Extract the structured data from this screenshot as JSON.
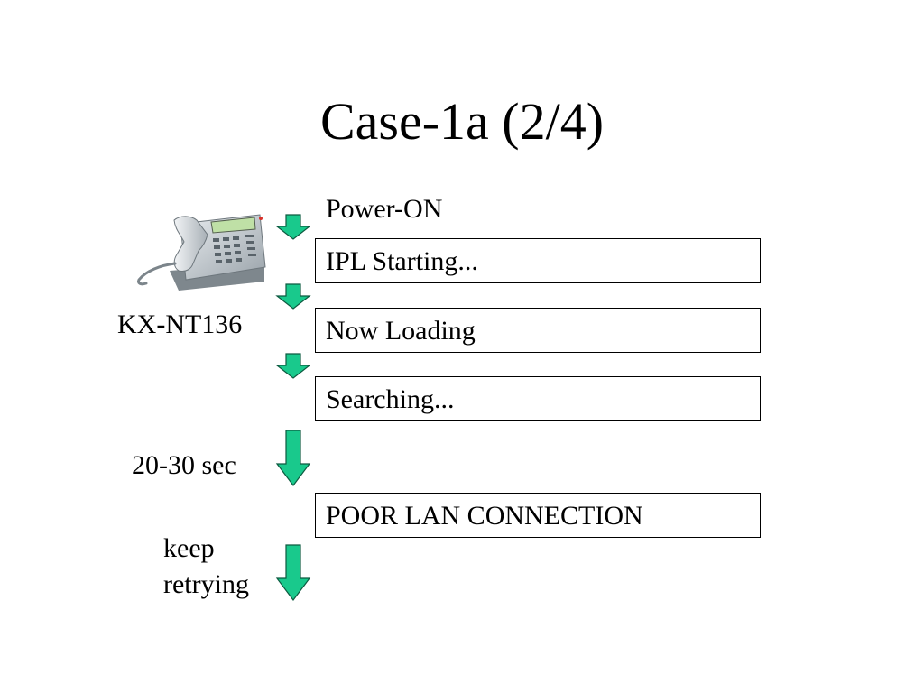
{
  "slide": {
    "title": "Case-1a (2/4)",
    "device_label": "KX-NT136",
    "power_on_label": "Power-ON",
    "duration_label": "20-30 sec",
    "retry_label_line1": "keep",
    "retry_label_line2": "retrying"
  },
  "steps": [
    {
      "text": "IPL Starting..."
    },
    {
      "text": "Now Loading"
    },
    {
      "text": "Searching..."
    },
    {
      "text": "POOR LAN CONNECTION"
    }
  ],
  "icons": {
    "phone": "ip-phone-icon",
    "arrow": "arrow-down-icon"
  },
  "colors": {
    "arrow_fill": "#19c98c",
    "arrow_stroke": "#0d5a40",
    "box_border": "#000000"
  }
}
